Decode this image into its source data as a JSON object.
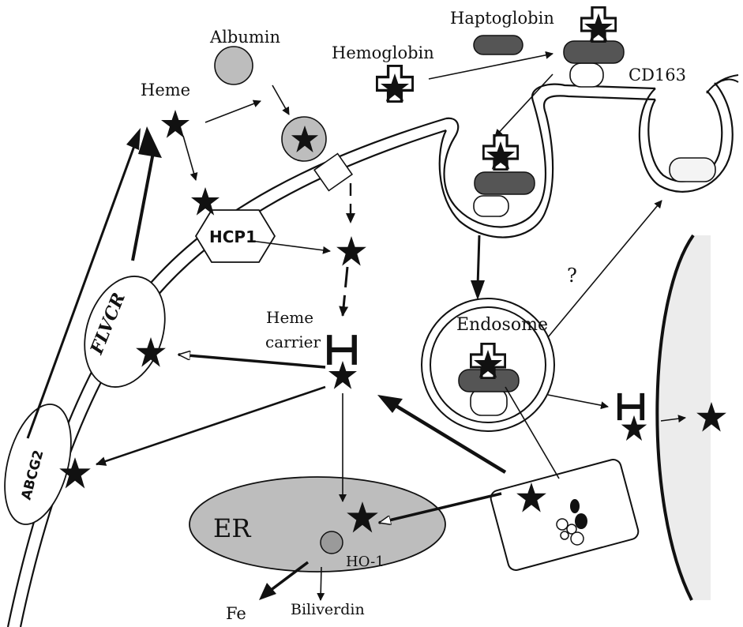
{
  "labels": {
    "albumin": "Albumin",
    "heme": "Heme",
    "hemoglobin": "Hemoglobin",
    "haptoglobin": "Haptoglobin",
    "cd163": "CD163",
    "hcp1": "HCP1",
    "flvcr": "FLVCR",
    "abcg2": "ABCG2",
    "heme_carrier_line1": "Heme",
    "heme_carrier_line2": "carrier",
    "endosome": "Endosome",
    "question": "?",
    "er": "ER",
    "ho1": "HO-1",
    "fe": "Fe",
    "biliverdin": "Biliverdin"
  },
  "colors": {
    "ink": "#111111",
    "gray_fill": "#bdbdbd",
    "dark_fill": "#555555",
    "light_fill": "#f1f1f1"
  },
  "icons": {
    "heme": "star-icon",
    "hemoglobin": "cross-icon",
    "heme_carrier": "h-glyph-icon"
  }
}
